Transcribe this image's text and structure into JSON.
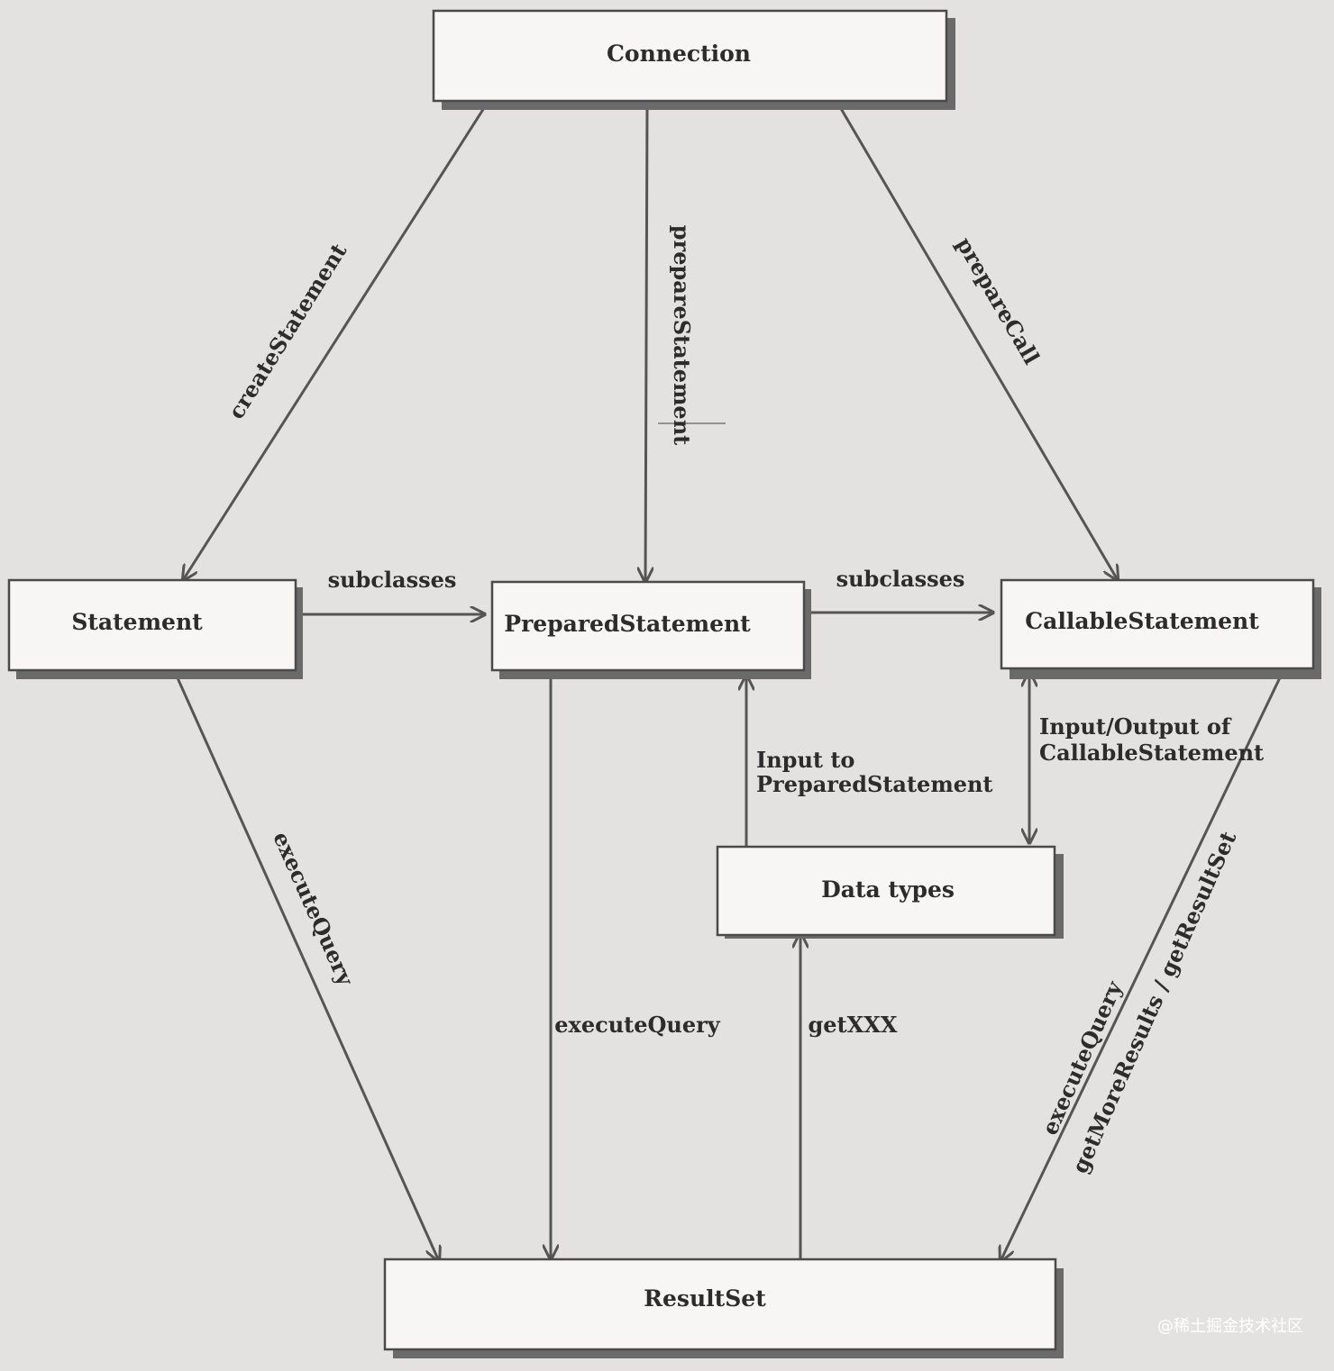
{
  "nodes": {
    "connection": "Connection",
    "statement": "Statement",
    "prepared_statement": "PreparedStatement",
    "callable_statement": "CallableStatement",
    "data_types": "Data types",
    "result_set": "ResultSet"
  },
  "edges": {
    "create_statement": "createStatement",
    "prepare_statement": "prepareStatement",
    "prepare_call": "prepareCall",
    "subclasses_1": "subclasses",
    "subclasses_2": "subclasses",
    "input_prepared_line1": "Input to",
    "input_prepared_line2": "PreparedStatement",
    "io_callable_line1": "Input/Output of",
    "io_callable_line2": "CallableStatement",
    "execute_query_statement": "executeQuery",
    "execute_query_prepared": "executeQuery",
    "get_xxx": "getXXX",
    "execute_query_callable": "executeQuery",
    "get_more_results": "getMoreResults / getResultSet"
  },
  "watermark": "@稀土掘金技术社区"
}
